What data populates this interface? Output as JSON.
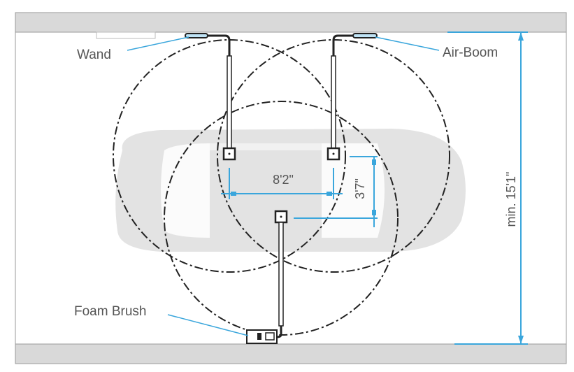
{
  "labels": {
    "wand": "Wand",
    "air_boom": "Air-Boom",
    "foam_brush": "Foam Brush"
  },
  "dimensions": {
    "horizontal_spacing": "8'2\"",
    "vertical_offset": "3'7\"",
    "min_bay_width": "min. 15'1\""
  },
  "colors": {
    "dimension_line": "#3aa6dc",
    "wall": "#d9d9d9",
    "car": "#e3e3e3"
  }
}
